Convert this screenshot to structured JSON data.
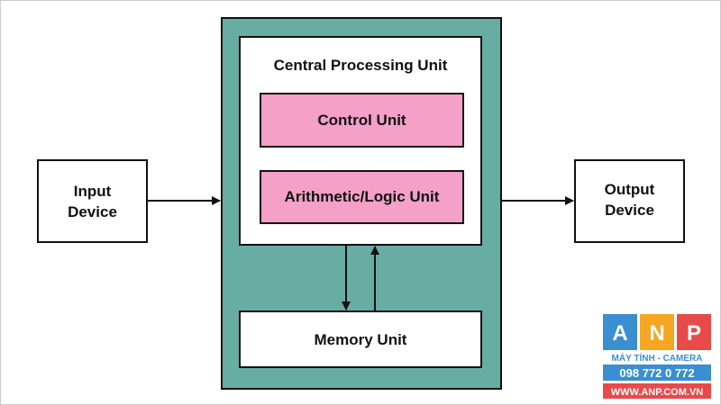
{
  "diagram": {
    "input_device": {
      "line1": "Input",
      "line2": "Device"
    },
    "output_device": {
      "line1": "Output",
      "line2": "Device"
    },
    "cpu": {
      "title": "Central Processing Unit"
    },
    "control_unit": {
      "label": "Control Unit"
    },
    "alu": {
      "label": "Arithmetic/Logic Unit"
    },
    "memory_unit": {
      "label": "Memory Unit"
    },
    "colors": {
      "outer_panel": "#68ada3",
      "inner_unit": "#f4a0c8",
      "stroke": "#111111"
    }
  },
  "watermark": {
    "letters": [
      "A",
      "N",
      "P"
    ],
    "tagline": "MÁY TÍNH - CAMERA",
    "phone": "098 772 0 772",
    "website": "WWW.ANP.COM.VN",
    "colors": [
      "#3b8fd0",
      "#f5a623",
      "#e84a4a"
    ]
  }
}
